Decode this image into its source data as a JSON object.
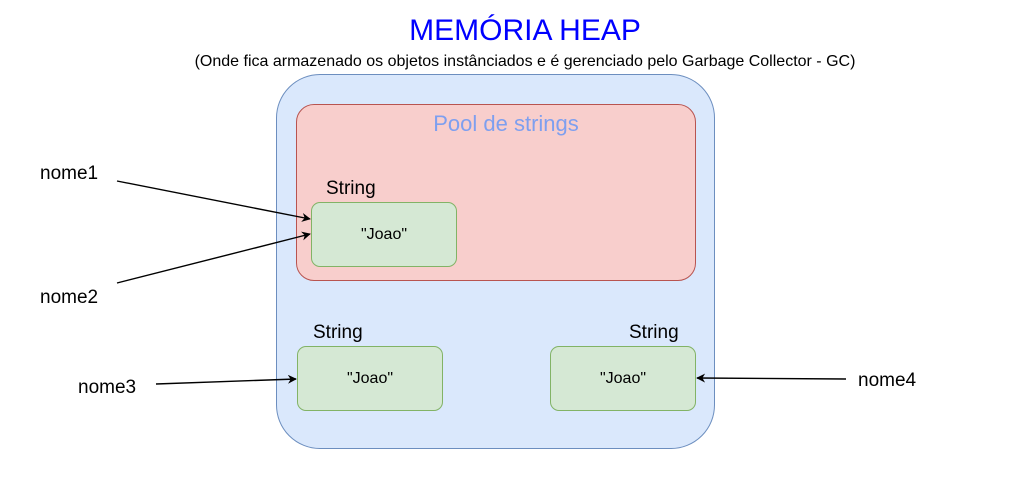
{
  "title": "MEMÓRIA HEAP",
  "subtitle": "(Onde fica armazenado os objetos instânciados e é gerenciado pelo Garbage Collector - GC)",
  "pool": {
    "label": "Pool de strings"
  },
  "string_objects": [
    {
      "type_label": "String",
      "value": "\"Joao\"",
      "region": "pool"
    },
    {
      "type_label": "String",
      "value": "\"Joao\"",
      "region": "heap"
    },
    {
      "type_label": "String",
      "value": "\"Joao\"",
      "region": "heap"
    }
  ],
  "references": [
    {
      "name": "nome1",
      "points_to": 0
    },
    {
      "name": "nome2",
      "points_to": 0
    },
    {
      "name": "nome3",
      "points_to": 1
    },
    {
      "name": "nome4",
      "points_to": 2
    }
  ],
  "colors": {
    "title": "#0000ff",
    "heap_fill": "#dae8fc",
    "heap_stroke": "#6c8ebf",
    "pool_fill": "#f8cecc",
    "pool_stroke": "#b85450",
    "pool_label": "#7e9fef",
    "string_fill": "#d5e8d4",
    "string_stroke": "#82b366"
  }
}
